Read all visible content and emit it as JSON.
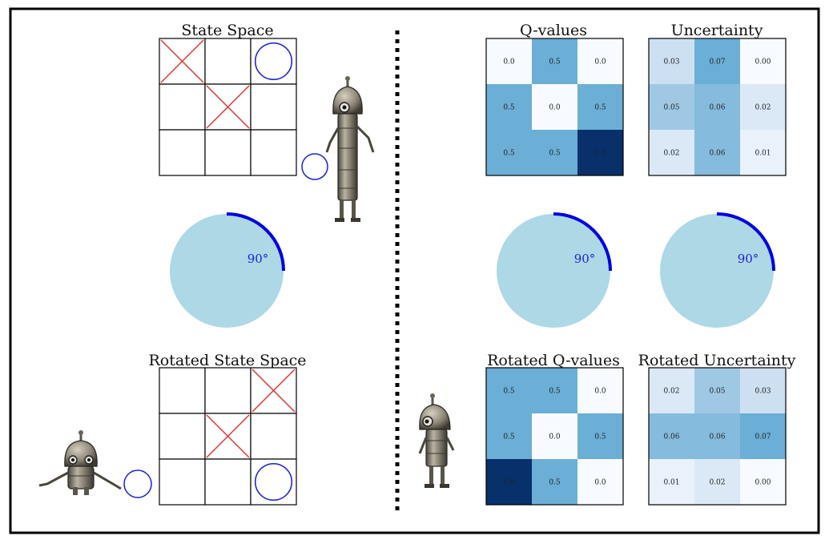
{
  "colors": {
    "frame": "#000000",
    "cross": "#e0302a",
    "agent_circle": "#1a22d6",
    "dial_fill": "#add8e6",
    "dial_arc": "#0000e0",
    "heat_low": "#f7fbff",
    "heat_high": "#08306b"
  },
  "left": {
    "state_space": {
      "title": "State Space",
      "cells": [
        "cross",
        "",
        "circle",
        "",
        "cross",
        "",
        "",
        "",
        ""
      ]
    },
    "rotation": {
      "label": "90°",
      "angle_deg": 90
    },
    "rotated_state_space": {
      "title": "Rotated State Space",
      "cells": [
        "",
        "",
        "cross",
        "",
        "cross",
        "",
        "",
        "",
        "circle"
      ]
    },
    "robot_icons": [
      "robot-standing-icon",
      "robot-lying-icon"
    ]
  },
  "right": {
    "q_values": {
      "title": "Q-values",
      "values": [
        [
          "0.0",
          "0.5",
          "0.0"
        ],
        [
          "0.5",
          "0.0",
          "0.5"
        ],
        [
          "0.5",
          "0.5",
          "1.0"
        ]
      ],
      "range": [
        0,
        1
      ]
    },
    "uncertainty": {
      "title": "Uncertainty",
      "values": [
        [
          "0.03",
          "0.07",
          "0.00"
        ],
        [
          "0.05",
          "0.06",
          "0.02"
        ],
        [
          "0.02",
          "0.06",
          "0.01"
        ]
      ],
      "range": [
        0,
        0.14
      ]
    },
    "rotation_q": {
      "label": "90°",
      "angle_deg": 90
    },
    "rotation_u": {
      "label": "90°",
      "angle_deg": 90
    },
    "rotated_q_values": {
      "title": "Rotated Q-values",
      "values": [
        [
          "0.5",
          "0.5",
          "0.0"
        ],
        [
          "0.5",
          "0.0",
          "0.5"
        ],
        [
          "1.0",
          "0.5",
          "0.0"
        ]
      ],
      "range": [
        0,
        1
      ]
    },
    "rotated_uncertainty": {
      "title": "Rotated Uncertainty",
      "values": [
        [
          "0.02",
          "0.05",
          "0.03"
        ],
        [
          "0.06",
          "0.06",
          "0.07"
        ],
        [
          "0.01",
          "0.02",
          "0.00"
        ]
      ],
      "range": [
        0,
        0.14
      ]
    },
    "robot_icons": [
      "robot-facing-left-icon"
    ]
  }
}
